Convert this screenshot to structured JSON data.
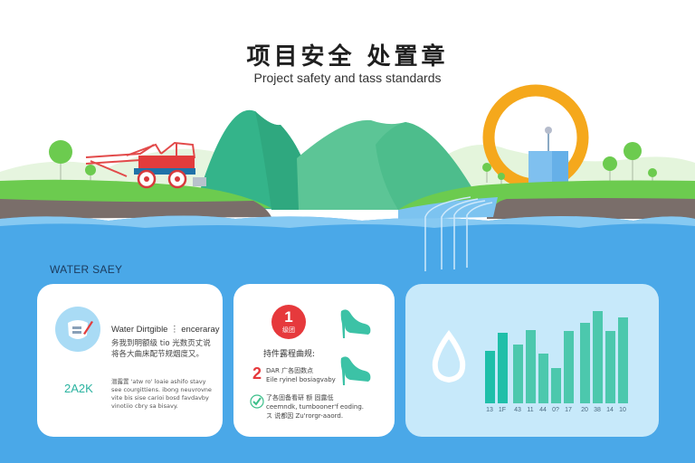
{
  "header": {
    "title_cn": "项目安全 处置章",
    "subtitle": "Project safety and tass standards"
  },
  "colors": {
    "water": "#4aa8e8",
    "mountain_dark": "#34b48a",
    "mountain_light": "#5cc596",
    "grass": "#6ccb4f",
    "soil": "#7a6e6a",
    "sun_ring": "#f5a81c",
    "accent_red": "#e6393c",
    "accent_teal": "#3cc2a6",
    "card_chart_bg": "#c7e9fa"
  },
  "section": {
    "label": "WATER SAEY"
  },
  "cards": [
    {
      "icon": "shield-document-icon",
      "title": "Water Dirtgible ⋮ enceraray",
      "lines": [
        "务我到明额级 tio 光数页丈说",
        "将各大曲床配节规烟度又。"
      ],
      "stat": "2A2K",
      "small_lines": [
        "潜露置 'atw ro' loaie ashifo stavy",
        "see courgittiens. ibong neuvrovne",
        "vite bis sise carioi bosd favdavby",
        "vinotiio cbry sa bisavy."
      ]
    },
    {
      "badge_num": "1",
      "badge_sub": "级团",
      "heading": "持件露程曲规:",
      "item2_num": "2",
      "item2_lines": [
        "DAR 广各固数点",
        "Eile ryinel bosiagvaby"
      ],
      "item3_icon": "checkmark-icon",
      "item3_lines": [
        "了各固备看研 额 固露低",
        "ceemndk, tumbooner'f eoding.",
        "ス 说都因 Zu'rorgr-aaord."
      ],
      "icons": [
        "high-heel-shoe-icon",
        "high-heel-shoe-icon"
      ]
    },
    {
      "icon": "water-drop-icon"
    }
  ],
  "chart_data": {
    "type": "bar",
    "title": "",
    "categories": [
      "13",
      "1F",
      "43",
      "11",
      "44",
      "0?",
      "17",
      "20",
      "38",
      "14",
      "10"
    ],
    "values": [
      58,
      78,
      65,
      81,
      55,
      39,
      80,
      89,
      102,
      80,
      95
    ],
    "colors": [
      "#1fbfa9",
      "#1fbfa9",
      "#4cc8ad",
      "#4cc8ad",
      "#4cc8ad",
      "#4cc8ad",
      "#4cc8ad",
      "#4cc8ad",
      "#4cc8ad",
      "#4cc8ad",
      "#4cc8ad"
    ],
    "xlabel": "",
    "ylabel": "",
    "grid": false,
    "legend": "none"
  }
}
